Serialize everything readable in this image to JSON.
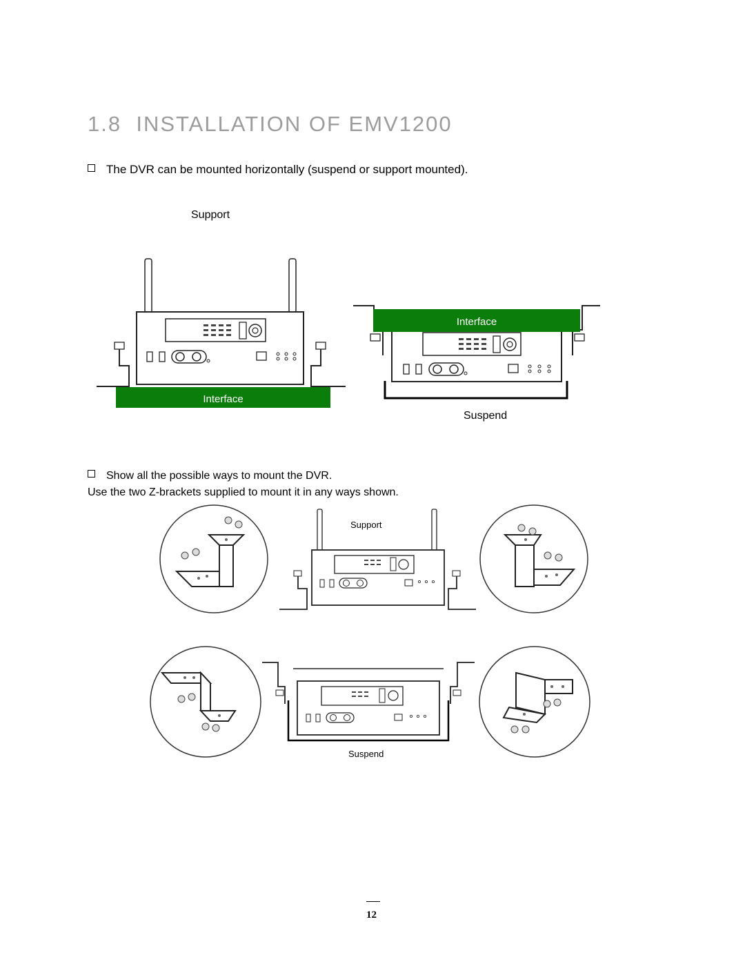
{
  "heading": {
    "number": "1.8",
    "text": "INSTALLATION OF EMV1200"
  },
  "intro": {
    "text": "The DVR can be mounted horizontally (suspend or support mounted)."
  },
  "top_figures": {
    "support_label": "Support",
    "suspend_label": "Suspend",
    "interface_label_left": "Interface",
    "interface_label_right": "Interface"
  },
  "section2": {
    "bullet_text": "Show all the possible ways to mount the DVR.",
    "description": "Use the two Z-brackets supplied to mount it in any ways shown."
  },
  "bottom_figures": {
    "support_label": "Support",
    "suspend_label": "Suspend"
  },
  "footer": {
    "page_number": "12"
  },
  "colors": {
    "interface_green": "#0a7d0a",
    "heading_gray": "#9c9c9c"
  }
}
